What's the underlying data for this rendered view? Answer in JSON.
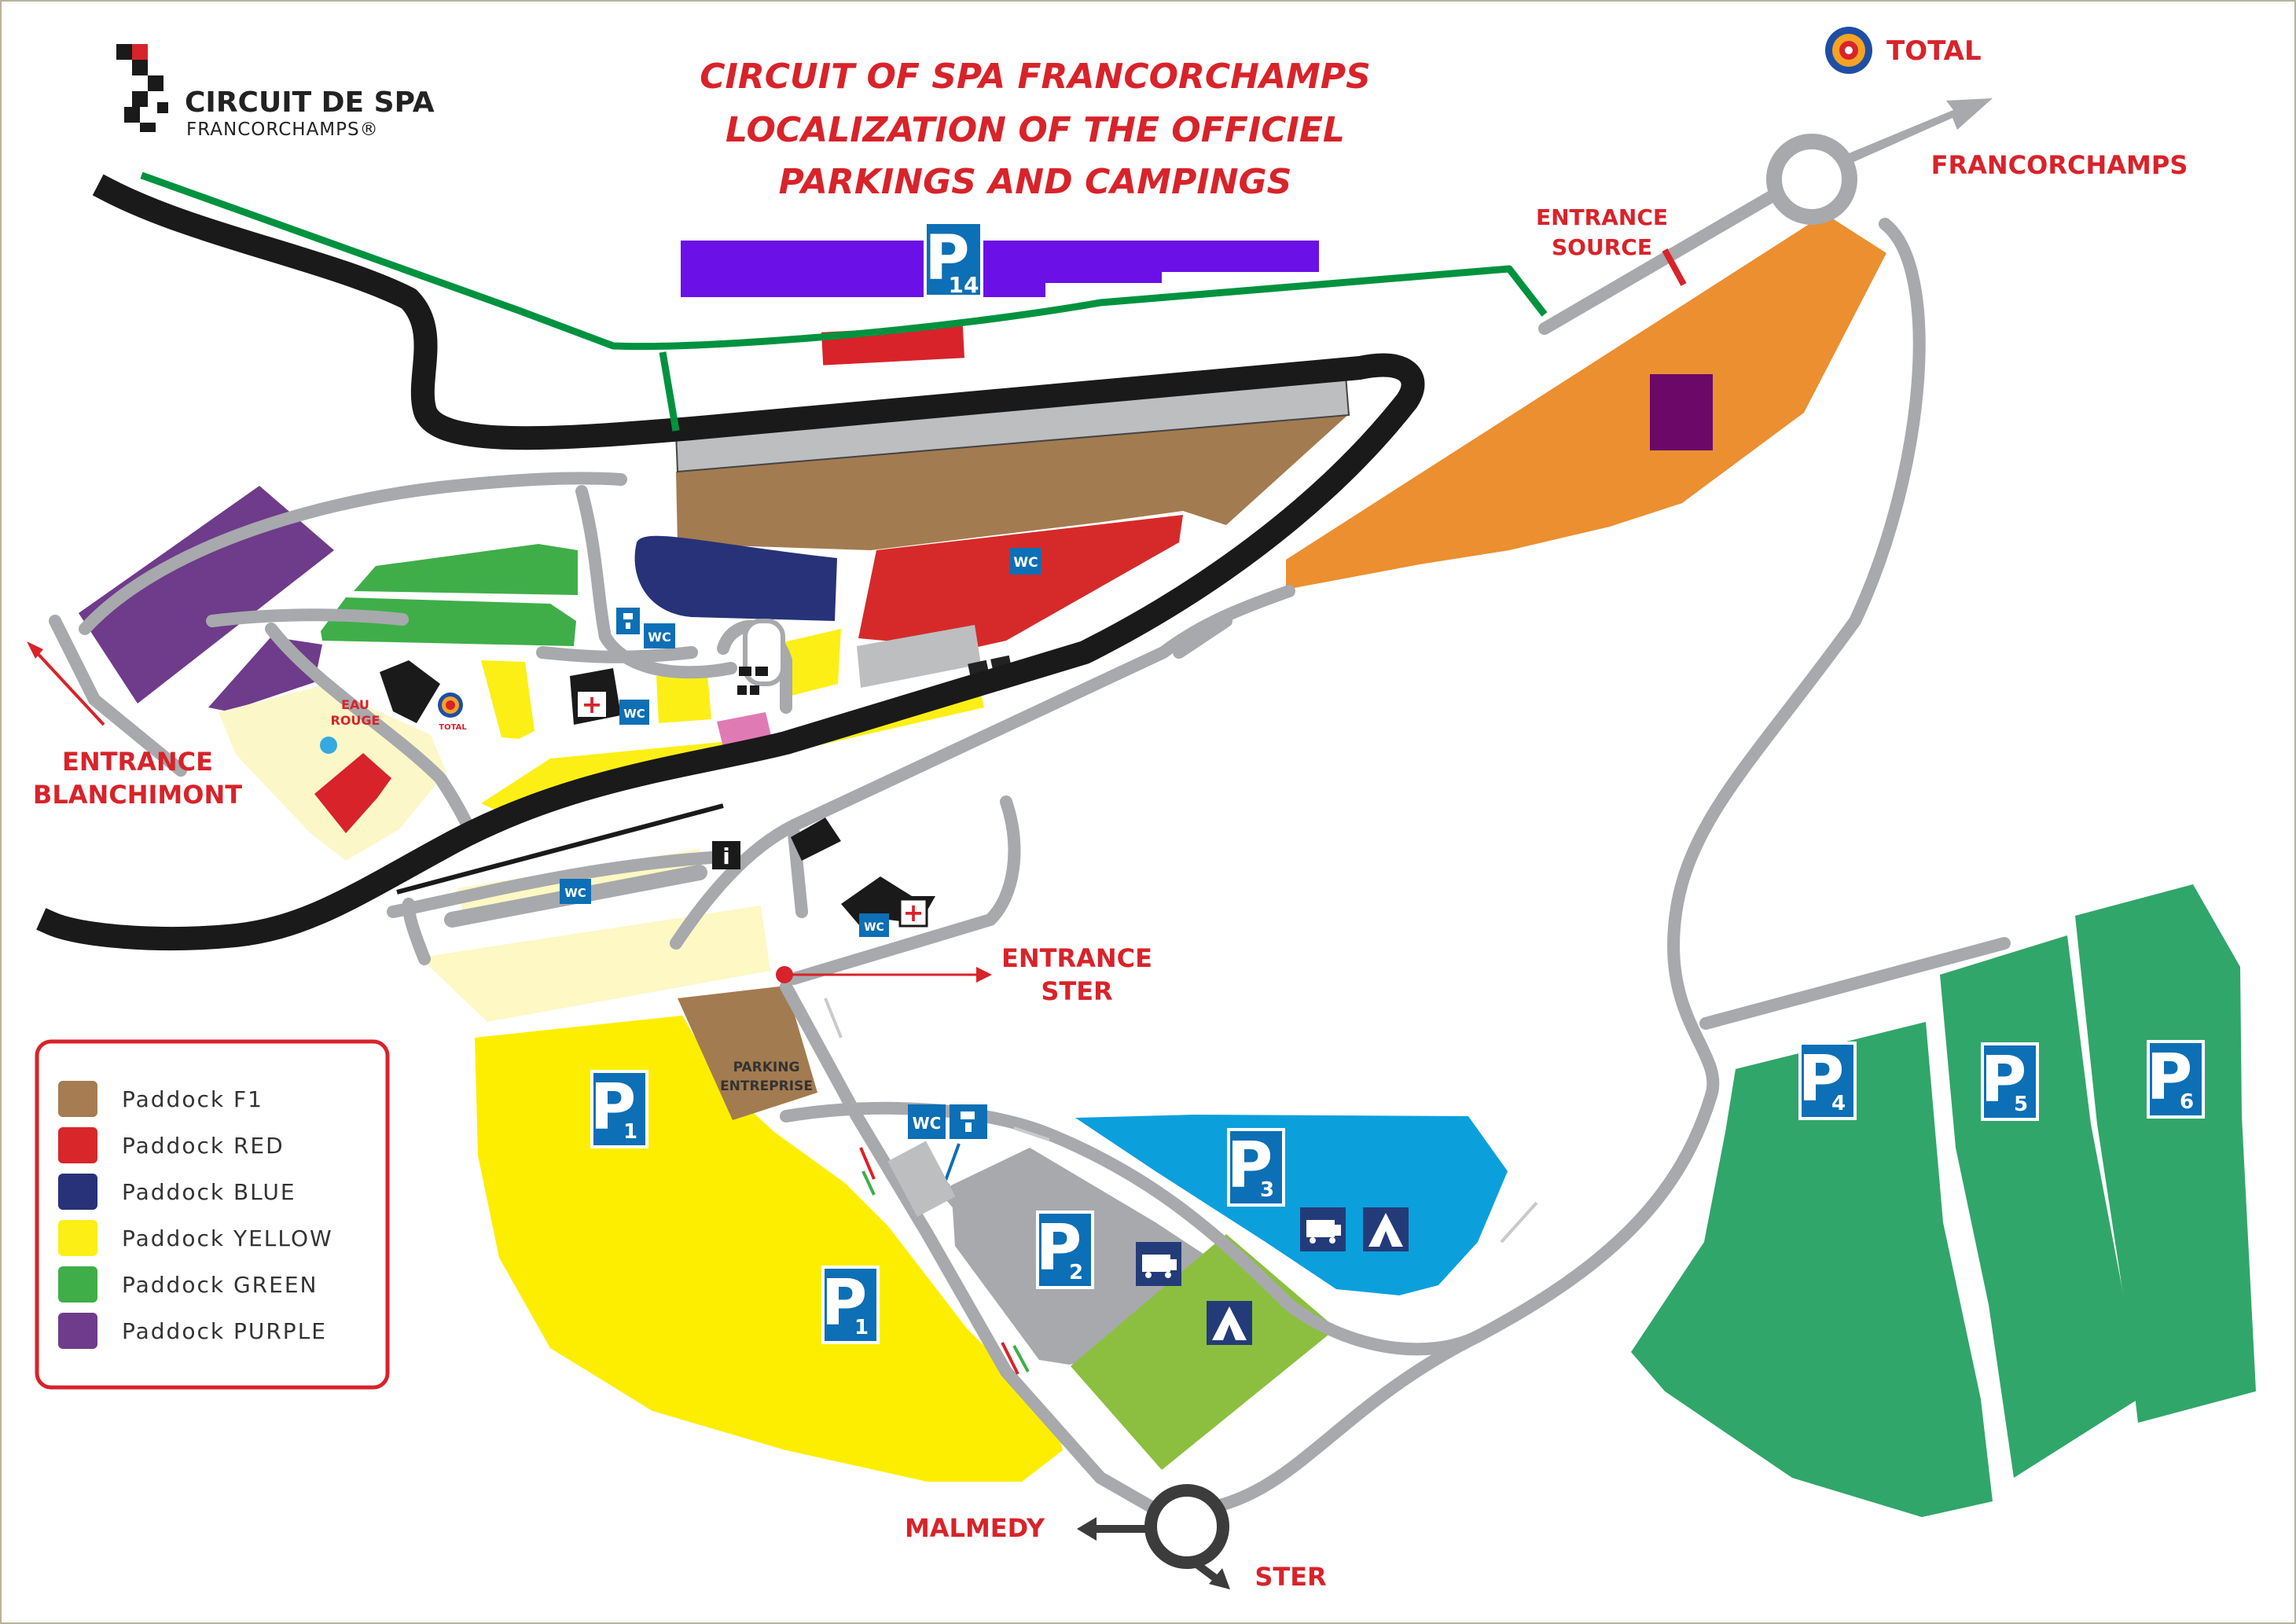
{
  "title": {
    "line1": "CIRCUIT OF SPA FRANCORCHAMPS",
    "line2": "LOCALIZATION OF THE OFFICIEL",
    "line3": "PARKINGS AND CAMPINGS"
  },
  "logo": {
    "line1": "CIRCUIT DE SPA",
    "line2": "FRANCORCHAMPS®"
  },
  "sponsor": {
    "name": "TOTAL",
    "small": "TOTAL"
  },
  "places": {
    "entrance_blanchimont_1": "ENTRANCE",
    "entrance_blanchimont_2": "BLANCHIMONT",
    "entrance_source_1": "ENTRANCE",
    "entrance_source_2": "SOURCE",
    "entrance_ster_1": "ENTRANCE",
    "entrance_ster_2": "STER",
    "francorchamps": "FRANCORCHAMPS",
    "malmedy": "MALMEDY",
    "ster": "STER",
    "eau_rouge_1": "EAU",
    "eau_rouge_2": "ROUGE",
    "parking_entreprise_1": "PARKING",
    "parking_entreprise_2": "ENTREPRISE"
  },
  "parkings": {
    "p14": "14",
    "p1": "1",
    "p2": "2",
    "p3": "3",
    "p4": "4",
    "p5": "5",
    "p6": "6",
    "p_letter": "P"
  },
  "facilities": {
    "wc": "WC",
    "info": "i",
    "first_aid": "+"
  },
  "legend": {
    "items": [
      {
        "label": "Paddock F1",
        "color": "#a67c52"
      },
      {
        "label": "Paddock RED",
        "color": "#d8262b"
      },
      {
        "label": "Paddock BLUE",
        "color": "#283278"
      },
      {
        "label": "Paddock YELLOW",
        "color": "#fcef16"
      },
      {
        "label": "Paddock GREEN",
        "color": "#3fae49"
      },
      {
        "label": "Paddock PURPLE",
        "color": "#6f3b8b"
      }
    ]
  },
  "colors": {
    "road": "#a7a9ac",
    "track": "#1a1a1a",
    "green_path": "#00923f",
    "parking_sign": "#0d6fb5",
    "entrance_red": "#d8232a"
  }
}
